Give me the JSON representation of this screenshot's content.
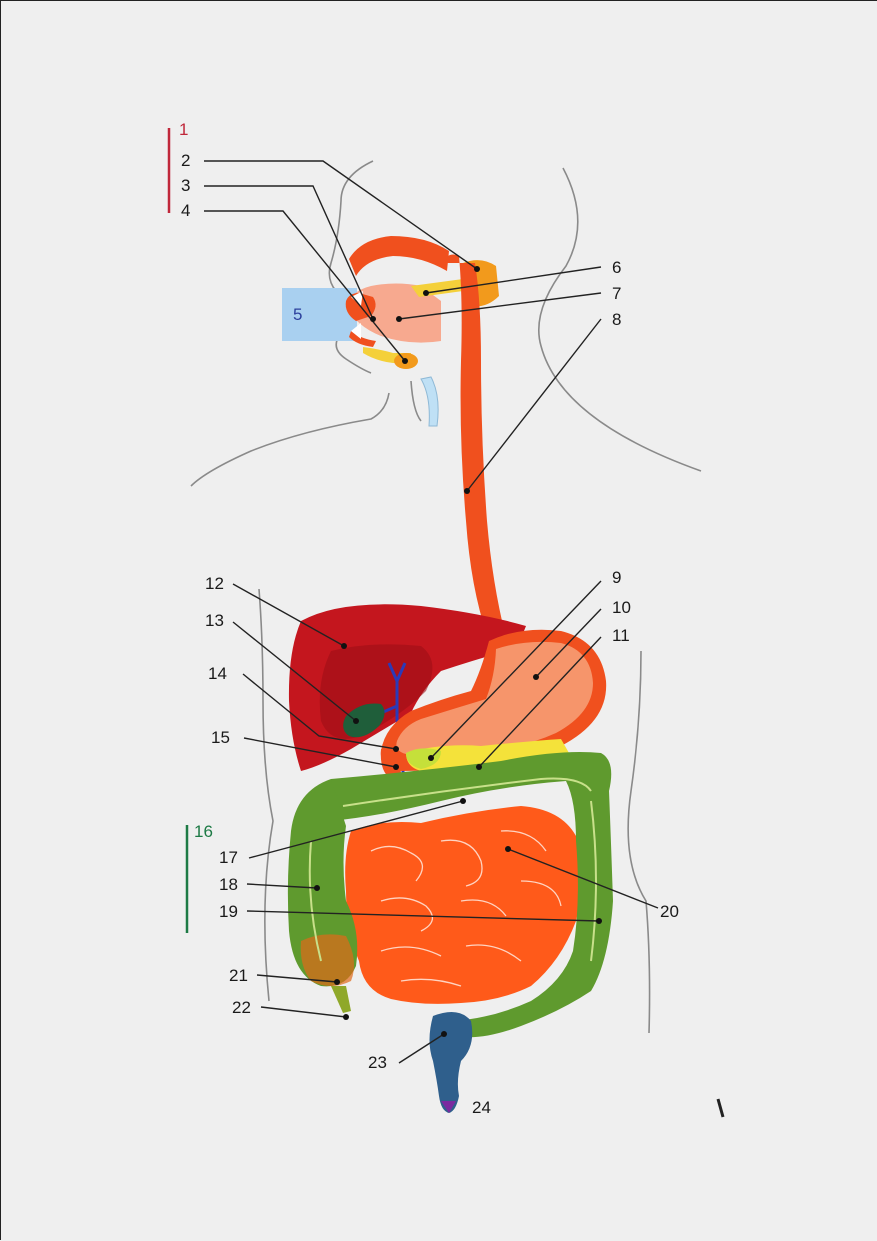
{
  "labels": {
    "l1": "1",
    "l2": "2",
    "l3": "3",
    "l4": "4",
    "l5": "5",
    "l6": "6",
    "l7": "7",
    "l8": "8",
    "l9": "9",
    "l10": "10",
    "l11": "11",
    "l12": "12",
    "l13": "13",
    "l14": "14",
    "l15": "15",
    "l16": "16",
    "l17": "17",
    "l18": "18",
    "l19": "19",
    "l20": "20",
    "l21": "21",
    "l22": "22",
    "l23": "23",
    "l24": "24"
  },
  "colors": {
    "esophagus": "#f0501e",
    "stomach": "#f6956b",
    "liver": "#c4161e",
    "gallbladder": "#1f5e3a",
    "pancreas": "#f4e23a",
    "small_intestine": "#ff5a1a",
    "large_intestine": "#5f9a2e",
    "rectum": "#2f5f8c",
    "bracket_red": "#c0273a",
    "bracket_green": "#1d7a45",
    "label_box": "#a9d0f0"
  }
}
